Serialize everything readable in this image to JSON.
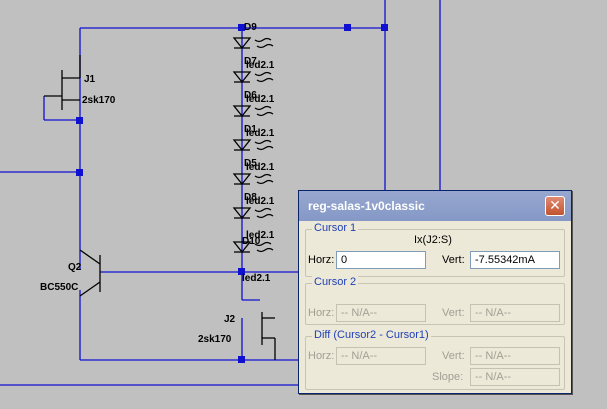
{
  "schematic": {
    "labels": {
      "j1_ref": "J1",
      "j1_part": "2sk170",
      "q2_ref": "Q2",
      "q2_part": "BC550C",
      "j2_ref": "J2",
      "j2_part": "2sk170",
      "d9": "D9",
      "d7": "D7",
      "d6": "D6",
      "d1": "D1",
      "d5": "D5",
      "d8": "D8",
      "d10": "D10",
      "led1": "led2.1",
      "led2": "led2.1",
      "led3": "led2.1",
      "led4": "led2.1",
      "led5": "led2.1",
      "led6": "led2.1",
      "led7": "led2.1"
    }
  },
  "dialog": {
    "title": "reg-salas-1v0classic",
    "close_glyph": "✕",
    "cursor1": {
      "group_label": "Cursor 1",
      "trace_name": "Ix(J2:S)",
      "horz_label": "Horz:",
      "horz_value": "0",
      "vert_label": "Vert:",
      "vert_value": "-7.55342mA"
    },
    "cursor2": {
      "group_label": "Cursor 2",
      "horz_label": "Horz:",
      "horz_value": "-- N/A--",
      "vert_label": "Vert:",
      "vert_value": "-- N/A--"
    },
    "diff": {
      "group_label": "Diff (Cursor2 - Cursor1)",
      "horz_label": "Horz:",
      "horz_value": "-- N/A--",
      "vert_label": "Vert:",
      "vert_value": "-- N/A--",
      "slope_label": "Slope:",
      "slope_value": "-- N/A--"
    }
  }
}
